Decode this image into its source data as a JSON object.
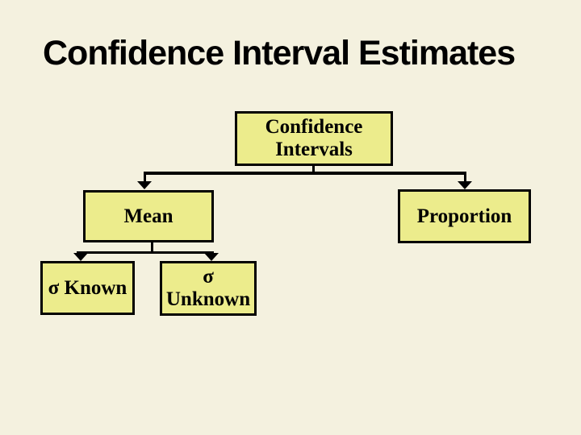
{
  "title": "Confidence Interval Estimates",
  "colors": {
    "background": "#F4F1DF",
    "node_fill": "#ECEC8C",
    "line": "#000000",
    "title_text": "#000000"
  },
  "diagram": {
    "root_node": {
      "line1": "Confidence",
      "line2": "Intervals"
    },
    "mean_node": {
      "label": "Mean"
    },
    "proportion_node": {
      "label": "Proportion"
    },
    "sigma_known_node": {
      "label": "σ Known"
    },
    "sigma_unknown_node": {
      "line1": "σ",
      "line2": "Unknown"
    }
  }
}
